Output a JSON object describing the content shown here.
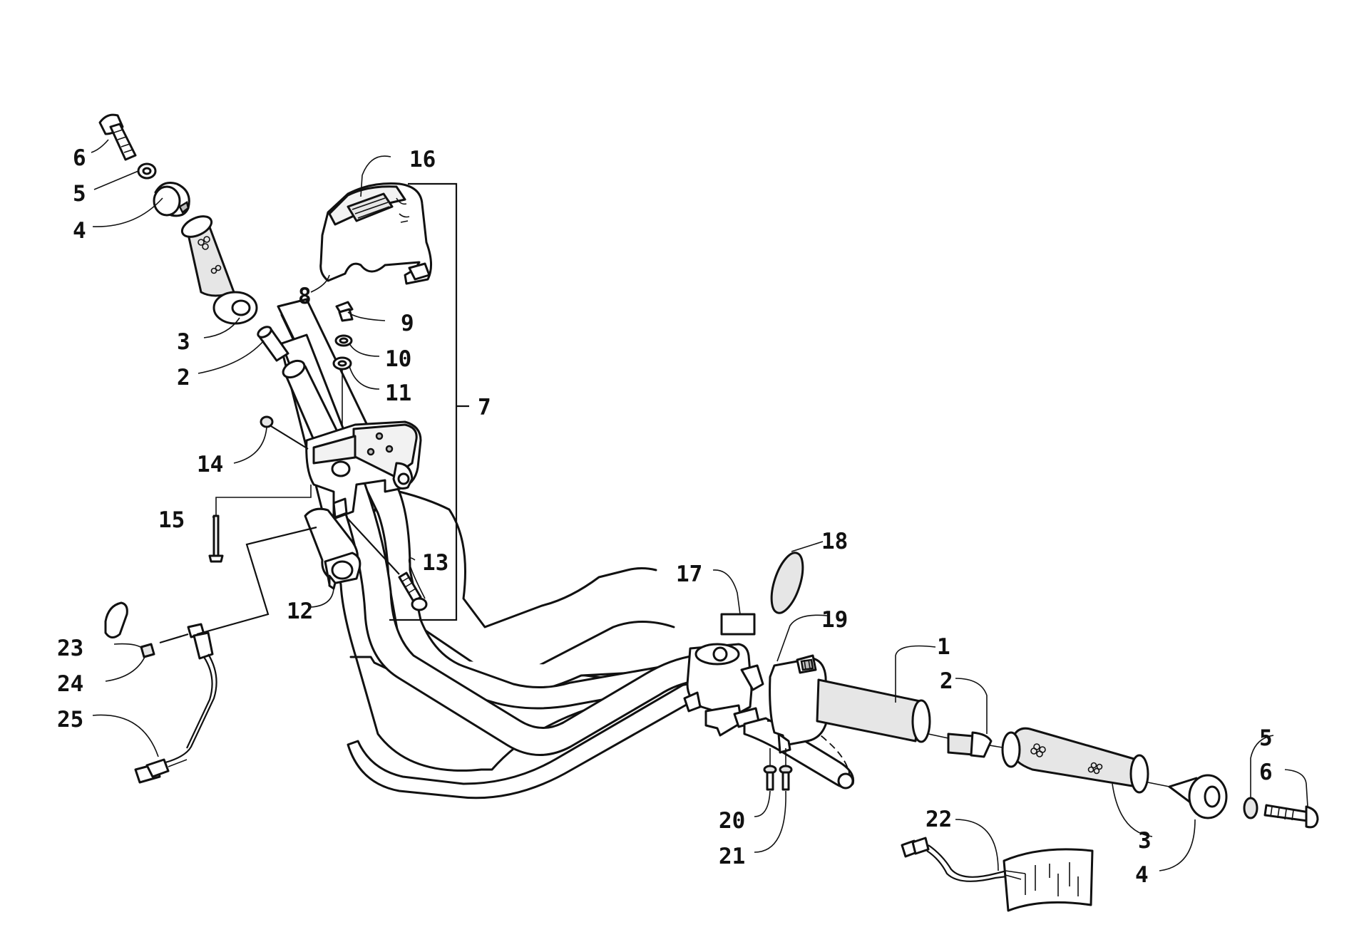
{
  "callouts": {
    "c6_left": "6",
    "c5_left": "5",
    "c4_left": "4",
    "c3_left": "3",
    "c2_left": "2",
    "c16": "16",
    "c8": "8",
    "c9": "9",
    "c10": "10",
    "c11": "11",
    "c7": "7",
    "c14": "14",
    "c15": "15",
    "c13": "13",
    "c12": "12",
    "c23": "23",
    "c24": "24",
    "c25": "25",
    "c18": "18",
    "c17": "17",
    "c19": "19",
    "c1": "1",
    "c2_right": "2",
    "c5_right": "5",
    "c6_right": "6",
    "c20": "20",
    "c21": "21",
    "c3_right": "3",
    "c4_right": "4",
    "c22": "22"
  }
}
